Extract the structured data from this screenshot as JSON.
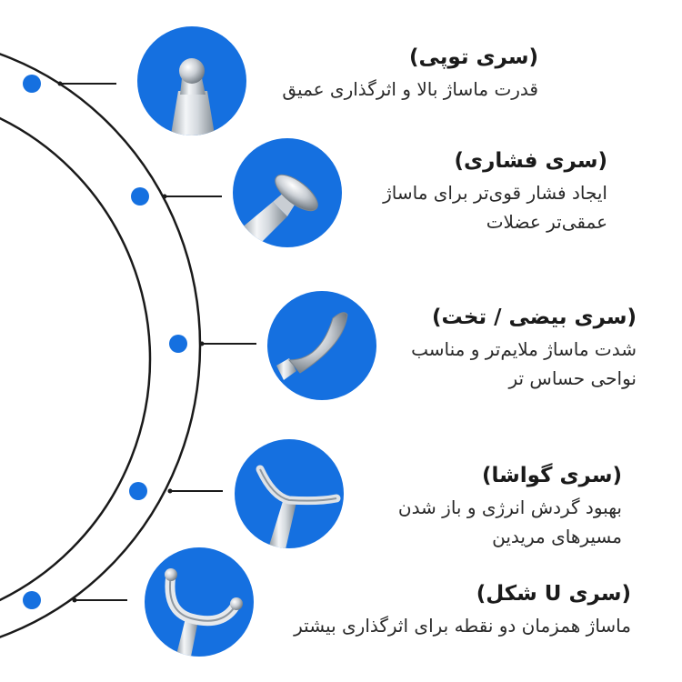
{
  "colors": {
    "accent": "#1570e0",
    "arc": "#1a1a1a",
    "metal_light": "#f2f4f7",
    "metal_dark": "#9aa3ad"
  },
  "heads": [
    {
      "title": "(سری توپی)",
      "lines": [
        "قدرت ماساژ بالا و اثرگذاری عمیق"
      ]
    },
    {
      "title": "(سری فشاری)",
      "lines": [
        "ایجاد فشار قوی‌تر برای ماساژ",
        "عمقی‌تر عضلات"
      ]
    },
    {
      "title": "(سری بیضی / تخت)",
      "lines": [
        "شدت ماساژ ملایم‌تر و مناسب",
        "نواحی حساس تر"
      ]
    },
    {
      "title": "(سری گواشا)",
      "lines": [
        "بهبود گردش انرژی و باز شدن",
        "مسیرهای مریدین"
      ]
    },
    {
      "title": "(سری U شکل)",
      "lines": [
        "ماساژ همزمان دو نقطه برای اثرگذاری بیشتر"
      ]
    }
  ]
}
